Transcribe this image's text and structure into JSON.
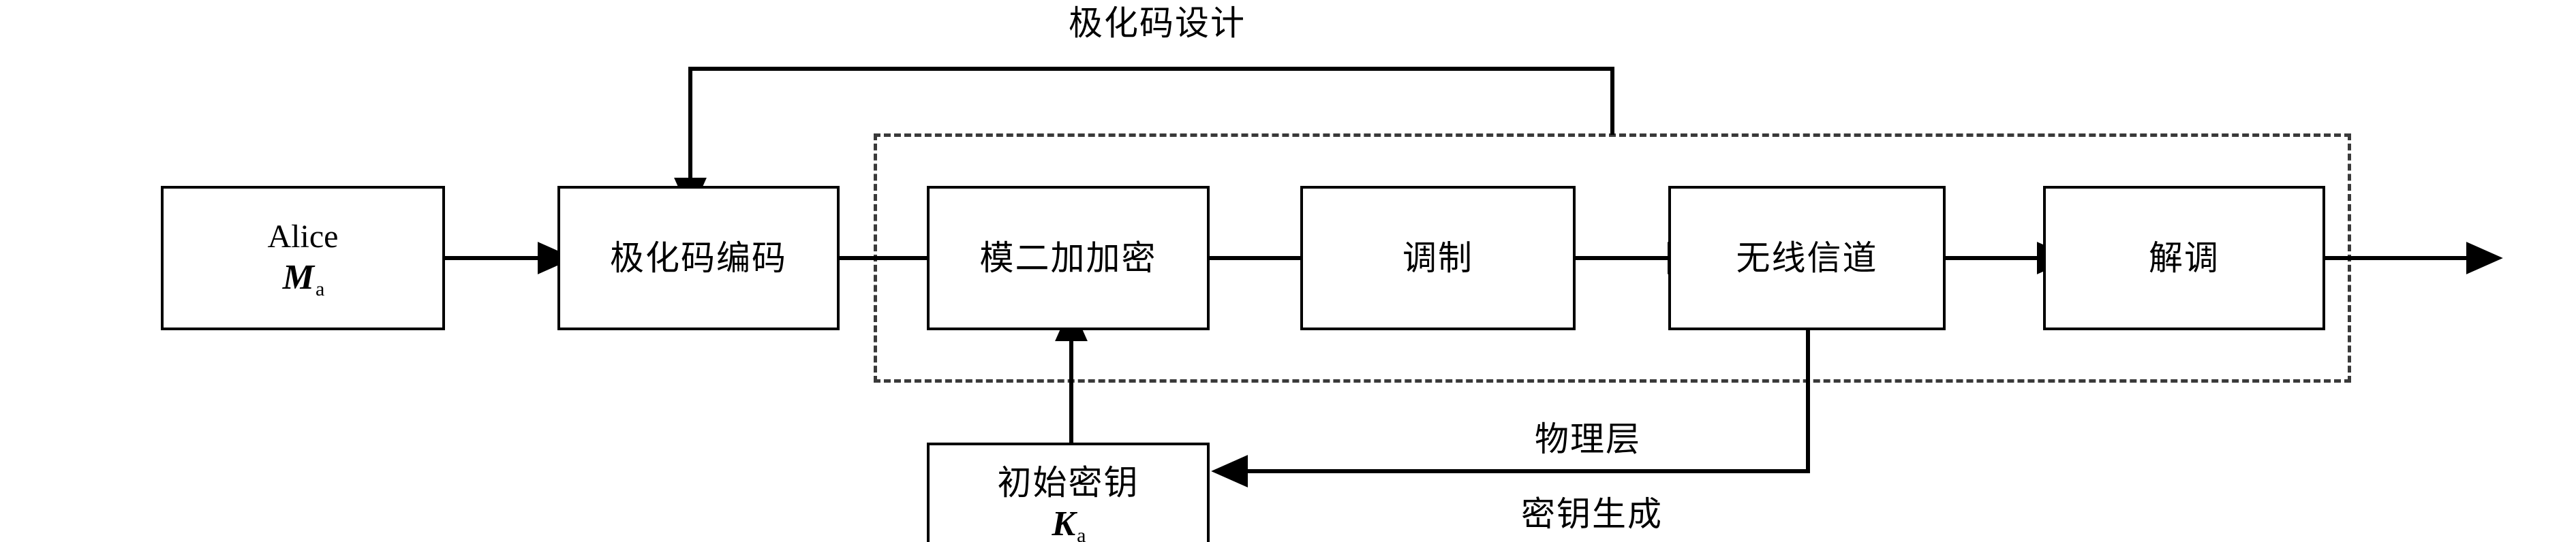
{
  "diagram": {
    "title_top": "极化码设计",
    "nodes": [
      {
        "id": "alice",
        "line1": "Alice",
        "symbol": "M",
        "subscript": "a"
      },
      {
        "id": "polar-encode",
        "line1": "极化码编码"
      },
      {
        "id": "mod2-encrypt",
        "line1": "模二加加密"
      },
      {
        "id": "modulation",
        "line1": "调制"
      },
      {
        "id": "wireless",
        "line1": "无线信道"
      },
      {
        "id": "demodulation",
        "line1": "解调"
      },
      {
        "id": "initial-key",
        "line1": "初始密钥",
        "symbol": "K",
        "subscript": "a"
      }
    ],
    "labels": {
      "polar_code_design": "极化码设计",
      "physical_layer": "物理层",
      "key_generation": "密钥生成"
    },
    "colors": {
      "stroke": "#000000",
      "dashed_stroke": "#3a3a3a",
      "background": "#ffffff"
    }
  }
}
